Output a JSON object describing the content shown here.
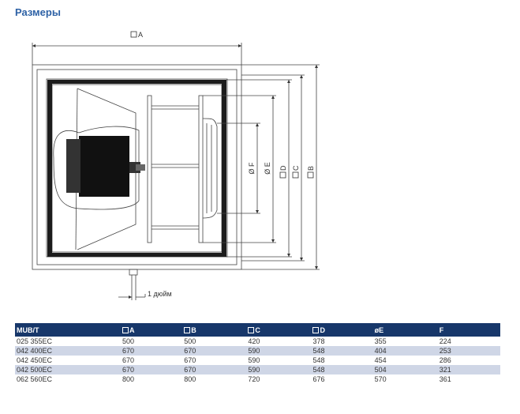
{
  "title": "Размеры",
  "drawing": {
    "dim_a": "A",
    "dim_b": "B",
    "dim_c": "C",
    "dim_d": "D",
    "dim_e": "E",
    "dim_f": "F",
    "diameter_symbol": "Ø",
    "inch_label": "1 дюйм"
  },
  "table": {
    "headers": [
      "MUB/T",
      "A",
      "B",
      "C",
      "D",
      "øE",
      "F"
    ],
    "square_headers": [
      1,
      2,
      3,
      4
    ],
    "rows": [
      [
        "025 355EC",
        "500",
        "500",
        "420",
        "378",
        "355",
        "224"
      ],
      [
        "042 400EC",
        "670",
        "670",
        "590",
        "548",
        "404",
        "253"
      ],
      [
        "042 450EC",
        "670",
        "670",
        "590",
        "548",
        "454",
        "286"
      ],
      [
        "042 500EC",
        "670",
        "670",
        "590",
        "548",
        "504",
        "321"
      ],
      [
        "062 560EC",
        "800",
        "800",
        "720",
        "676",
        "570",
        "361"
      ]
    ]
  },
  "colors": {
    "title": "#2e62a6",
    "header_bg": "#17376a",
    "row_alt": "#cfd6e6"
  }
}
